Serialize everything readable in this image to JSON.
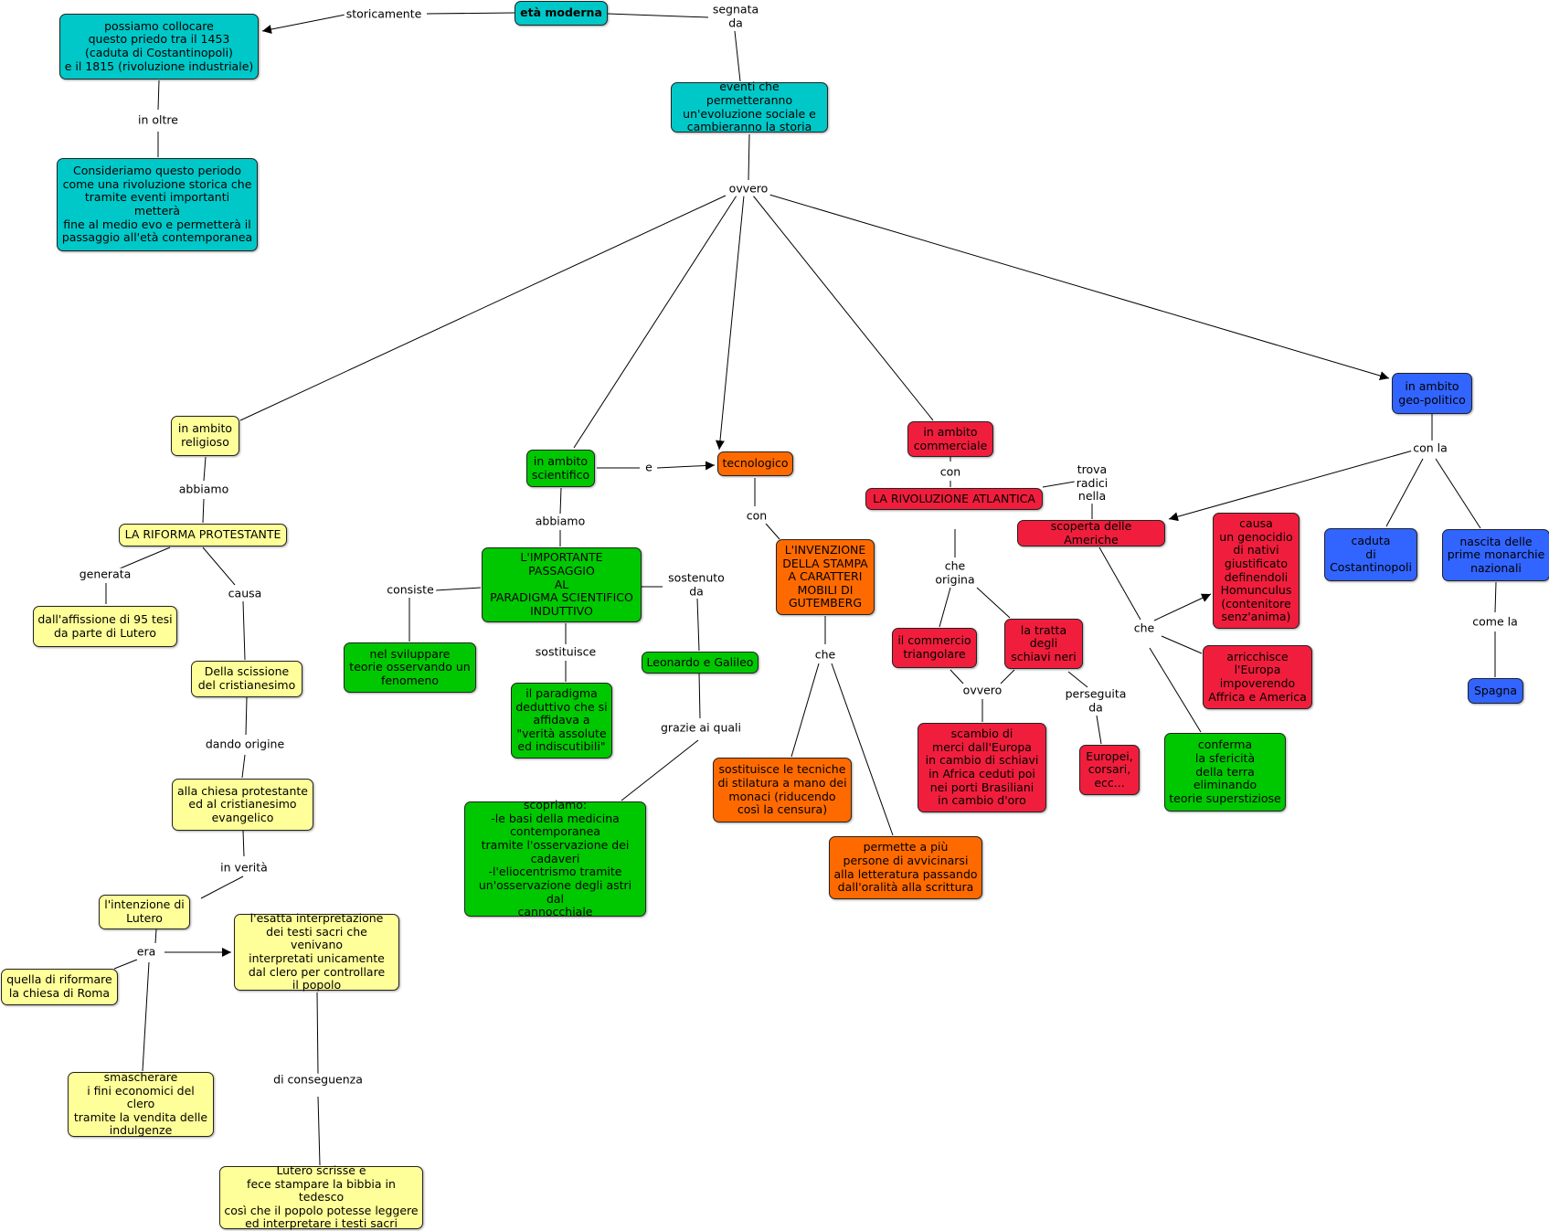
{
  "palette": {
    "cyan": "#00c8c8",
    "yellow": "#ffff99",
    "green": "#00c800",
    "orange": "#ff6a00",
    "red": "#f01e3c",
    "blue": "#3264ff"
  },
  "nodes": {
    "eta_moderna": "età moderna",
    "periodo_date": "possiamo collocare\nquesto priedo tra il 1453\n(caduta di Costantinopoli)\ne il 1815 (rivoluzione industriale)",
    "consideriamo": "Consideriamo questo periodo\ncome una rivoluzione storica che\ntramite eventi importanti metterà\nfine al medio evo e permetterà il\npassaggio all'età contemporanea",
    "eventi": "eventi che permetteranno\nun'evoluzione sociale e\ncambieranno la storia",
    "religioso": "in ambito\nreligioso",
    "riforma": "LA RIFORMA PROTESTANTE",
    "affissione": "dall'affissione di 95 tesi\nda parte di Lutero",
    "scissione": "Della scissione\ndel cristianesimo",
    "chiesa_protestante": "alla chiesa protestante\ned al cristianesimo\nevangelico",
    "intenzione": "l'intenzione di\nLutero",
    "riformare": "quella di riformare\nla chiesa di Roma",
    "smascherare": "smascherare\ni fini economici del clero\ntramite la vendita delle\nindulgenze",
    "interpretazione": "l'esatta interpretazione\ndei testi sacri che venivano\ninterpretati unicamente\ndal clero per controllare\nil popolo",
    "lutero_bibbia": "Lutero scrisse e\nfece stampare la bibbia in tedesco\ncosì che il popolo potesse leggere\ned interpretare i testi sacri",
    "scientifico": "in ambito\nscientifico",
    "passaggio": "L'IMPORTANTE\nPASSAGGIO\nAL\nPARADIGMA SCIENTIFICO\nINDUTTIVO",
    "sviluppare": "nel sviluppare\nteorie osservando un\nfenomeno",
    "deduttivo": "il paradigma\ndeduttivo che si\naffidava a\n\"verità assolute\ned indiscutibili\"",
    "leonardo": "Leonardo e Galileo",
    "scopriamo": "scopriamo:\n-le basi della medicina\ncontemporanea\ntramite l'osservazione dei\ncadaveri\n-l'eliocentrismo tramite\nun'osservazione degli astri dal\ncannocchiale",
    "tecnologico": "tecnologico",
    "stampa": "L'INVENZIONE\nDELLA STAMPA\nA CARATTERI\nMOBILI DI\nGUTEMBERG",
    "sostituisce_tecniche": "sostituisce le tecniche\ndi stilatura a mano dei\nmonaci (riducendo\ncosì la censura)",
    "permette": "permette a più\npersone di avvicinarsi\nalla letteratura passando\ndall'oralità alla scrittura",
    "commerciale": "in ambito\ncommerciale",
    "rivoluzione_atlantica": "LA RIVOLUZIONE ATLANTICA",
    "commercio_triangolare": "il commercio\ntriangolare",
    "tratta": "la tratta\ndegli\nschiavi neri",
    "scambio": "scambio di\nmerci dall'Europa\nin cambio di schiavi\nin Africa ceduti poi\nnei porti Brasiliani\nin cambio d'oro",
    "europei": "Europei,\ncorsari,\necc...",
    "scoperta": "scoperta delle Americhe",
    "genocidio": "causa\nun genocidio\ndi nativi\ngiustificato\ndefinendoli\nHomunculus\n(contenitore\nsenz'anima)",
    "arricchisce": "arricchisce\nl'Europa\nimpoverendo\nAffrica e America",
    "conferma": "conferma\nla sfericità\ndella terra\neliminando\nteorie superstiziose",
    "geopolitico": "in ambito\ngeo-politico",
    "caduta": "caduta\ndi\nCostantinopoli",
    "nascita": "nascita delle\nprime monarchie\nnazionali",
    "spagna": "Spagna"
  },
  "labels": {
    "storicamente": "storicamente",
    "segnata_da": "segnata\nda",
    "in_oltre": "in oltre",
    "ovvero_main": "ovvero",
    "abbiamo_rel": "abbiamo",
    "generata": "generata",
    "causa": "causa",
    "dando_origine": "dando origine",
    "in_verita": "in verità",
    "era": "era",
    "di_conseguenza": "di conseguenza",
    "e": "e",
    "abbiamo_sci": "abbiamo",
    "consiste": "consiste",
    "sostituisce": "sostituisce",
    "sostenuto_da": "sostenuto\nda",
    "grazie_ai_quali": "grazie ai quali",
    "con_tec": "con",
    "che_stampa": "che",
    "con_comm": "con",
    "trova_radici": "trova\nradici\nnella",
    "che_origina": "che\norigina",
    "ovvero_comm": "ovvero",
    "perseguita_da": "perseguita\nda",
    "che_scoperta": "che",
    "con_la": "con la",
    "come_la": "come la"
  }
}
